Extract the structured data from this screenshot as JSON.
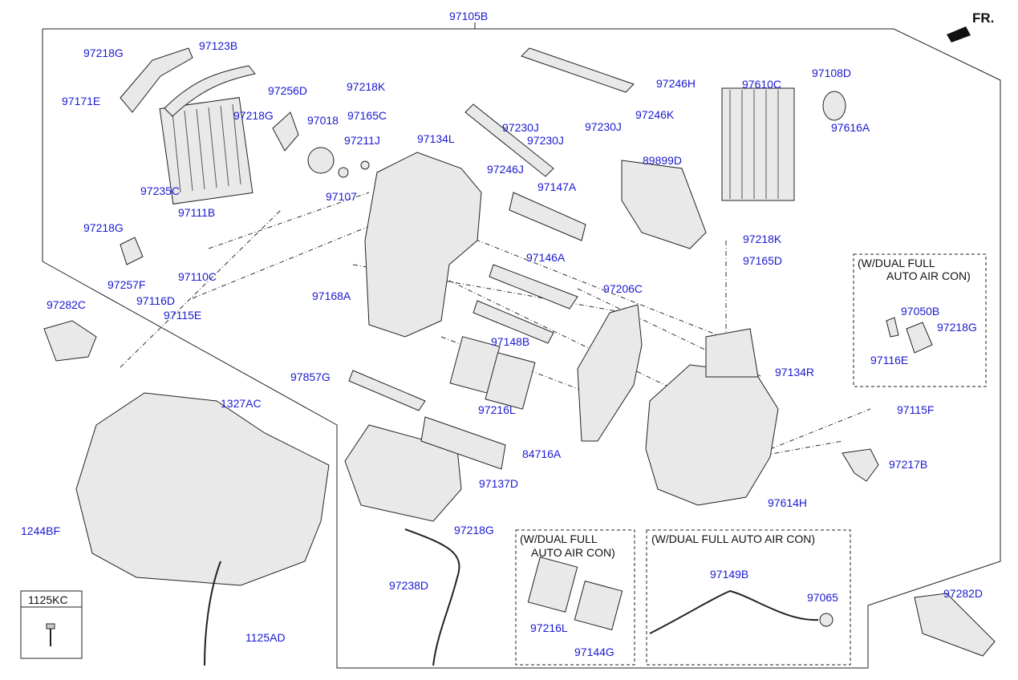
{
  "header": {
    "direction": "FR."
  },
  "assembly_number": "97105B",
  "notes": {
    "right_box": [
      "(W/DUAL FULL",
      "AUTO AIR CON)"
    ],
    "bottom_mid_box": [
      "(W/DUAL FULL",
      "AUTO AIR CON)"
    ],
    "bottom_right_box": "(W/DUAL FULL AUTO AIR CON)",
    "kc_box": "1125KC"
  },
  "parts": [
    "97218G",
    "97123B",
    "97171E",
    "97256D",
    "97218G",
    "97018",
    "97218K",
    "97165C",
    "97211J",
    "97134L",
    "97107",
    "97235C",
    "97111B",
    "97218G",
    "97257F",
    "97110C",
    "97116D",
    "97115E",
    "97168A",
    "97282C",
    "97246H",
    "97246K",
    "97230J",
    "97230J",
    "97230J",
    "97246J",
    "97610C",
    "97108D",
    "97616A",
    "89899D",
    "97147A",
    "97218K",
    "97165D",
    "97146A",
    "97206C",
    "97148B",
    "97216L",
    "97857G",
    "97134R",
    "97050B",
    "97218G",
    "97116E",
    "97115F",
    "1327AC",
    "84716A",
    "97217B",
    "97137D",
    "97614H",
    "1244BF",
    "97218G",
    "97238D",
    "97216L",
    "97144G",
    "97149B",
    "97065",
    "97282D",
    "1125AD"
  ]
}
